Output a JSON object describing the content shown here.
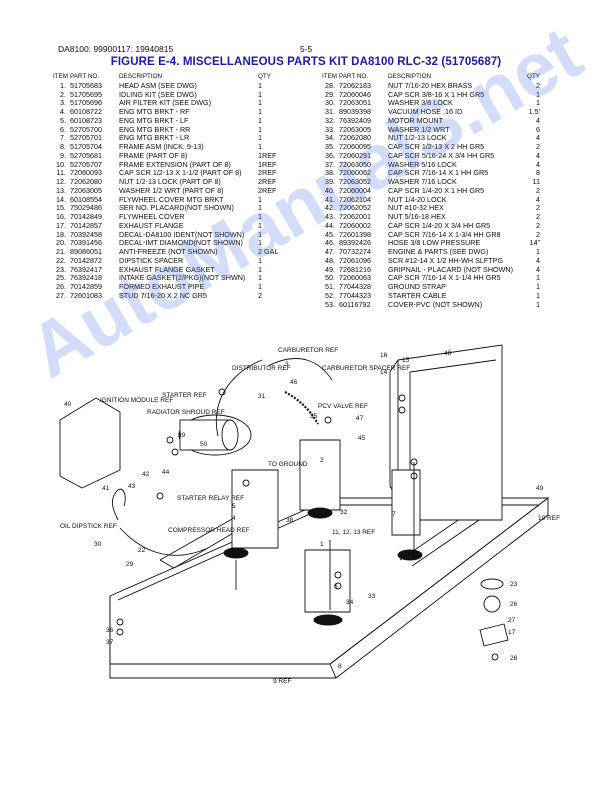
{
  "header": {
    "doc_ref": "DA8100: 99900117:     19940815",
    "page_no": "5-5"
  },
  "title": "FIGURE E-4. MISCELLANEOUS PARTS KIT DA8100 RLC-32 (51705687)",
  "columns": {
    "item": "ITEM",
    "part": "PART NO.",
    "desc": "DESCRIPTION",
    "qty": "QTY"
  },
  "left_rows": [
    {
      "item": "1.",
      "part": "51705683",
      "desc": "HEAD ASM (SEE DWG)",
      "qty": "1"
    },
    {
      "item": "2.",
      "part": "51705695",
      "desc": "IDLING KIT (SEE DWG)",
      "qty": "1"
    },
    {
      "item": "3.",
      "part": "51705696",
      "desc": "AIR FILTER KIT (SEE DWG)",
      "qty": "1"
    },
    {
      "item": "4.",
      "part": "60108722",
      "desc": "ENG MTG BRKT - RF",
      "qty": "1"
    },
    {
      "item": "5.",
      "part": "60108723",
      "desc": "ENG MTG BRKT - LF",
      "qty": "1"
    },
    {
      "item": "6.",
      "part": "52705700",
      "desc": "ENG MTG BRKT - RR",
      "qty": "1"
    },
    {
      "item": "7.",
      "part": "52705701",
      "desc": "ENG MTG BRKT - LR",
      "qty": "1"
    },
    {
      "item": "8.",
      "part": "51705704",
      "desc": "FRAME ASM (INCK: 9-13)",
      "qty": "1"
    },
    {
      "item": "9.",
      "part": "52705681",
      "desc": "FRAME (PART OF 8)",
      "qty": "1REF"
    },
    {
      "item": "10.",
      "part": "52705707",
      "desc": "FRAME EXTENSION (PART OF 8)",
      "qty": "1REF"
    },
    {
      "item": "11.",
      "part": "72060093",
      "desc": "CAP SCR 1/2-13 X 1-1/2 (PART OF 8)",
      "qty": "2REF"
    },
    {
      "item": "12.",
      "part": "72062080",
      "desc": "NUT 1/2-13 LOCK (PART OF 8)",
      "qty": "2REF"
    },
    {
      "item": "13.",
      "part": "72063005",
      "desc": "WASHER 1/2 WRT (PART OF 8)",
      "qty": "2REF"
    },
    {
      "item": "14.",
      "part": "60108554",
      "desc": "FLYWHEEL COVER MTG BRKT",
      "qty": "1"
    },
    {
      "item": "15.",
      "part": "75029486",
      "desc": "SER NO. PLACARD(NOT SHOWN)",
      "qty": "1"
    },
    {
      "item": "16.",
      "part": "70142849",
      "desc": "FLYWHEEL COVER",
      "qty": "1"
    },
    {
      "item": "17.",
      "part": "70142857",
      "desc": "EXHAUST FLANGE",
      "qty": "1"
    },
    {
      "item": "18.",
      "part": "70392458",
      "desc": "DECAL-DA8100 IDENT(NOT SHOWN)",
      "qty": "1"
    },
    {
      "item": "20.",
      "part": "70391456",
      "desc": "DECAL-IMT DIAMOND(NOT SHOWN)",
      "qty": "1"
    },
    {
      "item": "21.",
      "part": "89086051",
      "desc": "ANTI-FREEZE (NOT SHOWN)",
      "qty": "2 GAL"
    },
    {
      "item": "22.",
      "part": "70142872",
      "desc": "DIPSTICK SPACER",
      "qty": "1"
    },
    {
      "item": "23.",
      "part": "76392417",
      "desc": "EXHAUST FLANGE GASKET",
      "qty": "1"
    },
    {
      "item": "25.",
      "part": "76392418",
      "desc": "INTAKE GASKET(2/PKG)(NOT SHWN)",
      "qty": "1"
    },
    {
      "item": "26.",
      "part": "70142859",
      "desc": "FORMED EXHAUST PIPE",
      "qty": "1"
    },
    {
      "item": "27.",
      "part": "72601083",
      "desc": "STUD 7/16-20 X 2 NC GR5",
      "qty": "2"
    }
  ],
  "right_rows": [
    {
      "item": "28.",
      "part": "72062183",
      "desc": "NUT 7/16-20 HEX BRASS",
      "qty": "2"
    },
    {
      "item": "29.",
      "part": "72060046",
      "desc": "CAP SCR 3/8-16 X 1 HH GR5",
      "qty": "1"
    },
    {
      "item": "30.",
      "part": "72063051",
      "desc": "WASHER 3/8 LOCK",
      "qty": "1"
    },
    {
      "item": "31.",
      "part": "89039398",
      "desc": "VACUUM HOSE .16 ID",
      "qty": "1.5'"
    },
    {
      "item": "32.",
      "part": "76392409",
      "desc": "MOTOR MOUNT",
      "qty": "4"
    },
    {
      "item": "33.",
      "part": "72063005",
      "desc": "WASHER 1/2 WRT",
      "qty": "6"
    },
    {
      "item": "34.",
      "part": "72062080",
      "desc": "NUT 1/2-13 LOCK",
      "qty": "4"
    },
    {
      "item": "35.",
      "part": "72060095",
      "desc": "CAP SCR 1/2-13 X 2 HH GR5",
      "qty": "2"
    },
    {
      "item": "36.",
      "part": "72060291",
      "desc": "CAP SCR 5/16-24 X 3/4 HH GR5",
      "qty": "4"
    },
    {
      "item": "37.",
      "part": "72063050",
      "desc": "WASHER 5/16 LOCK",
      "qty": "4"
    },
    {
      "item": "38.",
      "part": "72060062",
      "desc": "CAP SCR 7/16-14 X 1 HH GR5",
      "qty": "8"
    },
    {
      "item": "39.",
      "part": "72063052",
      "desc": "WASHER 7/16 LOCK",
      "qty": "11"
    },
    {
      "item": "40.",
      "part": "72060004",
      "desc": "CAP SCR 1/4-20 X 1 HH GR5",
      "qty": "2"
    },
    {
      "item": "41.",
      "part": "72062104",
      "desc": "NUT 1/4-20 LOCK",
      "qty": "4"
    },
    {
      "item": "42.",
      "part": "72062052",
      "desc": "NUT #10-32 HEX",
      "qty": "2"
    },
    {
      "item": "43.",
      "part": "72062001",
      "desc": "NUT 5/16-18 HEX",
      "qty": "2"
    },
    {
      "item": "44.",
      "part": "72060002",
      "desc": "CAP SCR 1/4-20 X 3/4 HH GR5",
      "qty": "2"
    },
    {
      "item": "45.",
      "part": "72601398",
      "desc": "CAP SCR 7/16-14 X 1-3/4 HH GR8",
      "qty": "2"
    },
    {
      "item": "46.",
      "part": "89392426",
      "desc": "HOSE 3/8 LOW PRESSURE",
      "qty": "14\""
    },
    {
      "item": "47.",
      "part": "70732274",
      "desc": "ENGINE & PARTS (SEE DWG)",
      "qty": "1"
    },
    {
      "item": "48.",
      "part": "72061096",
      "desc": "SCR #12-14 X 1/2 HH-WH SLFTPG",
      "qty": "4"
    },
    {
      "item": "49.",
      "part": "72681216",
      "desc": "GRIPNAIL - PLACARD (NOT SHOWN)",
      "qty": "4"
    },
    {
      "item": "50.",
      "part": "72060063",
      "desc": "CAP SCR 7/16-14 X 1-1/4 HH GR5",
      "qty": "1"
    },
    {
      "item": "51.",
      "part": "77044328",
      "desc": "GROUND STRAP",
      "qty": "1"
    },
    {
      "item": "52.",
      "part": "77044323",
      "desc": "STARTER CABLE",
      "qty": "1"
    },
    {
      "item": "53.",
      "part": "60116792",
      "desc": "COVER-PVC (NOT SHOWN)",
      "qty": "1"
    }
  ],
  "watermark": "AutoManualS.net",
  "figure_labels": {
    "carb_ref": "CARBURETOR REF",
    "carb_spacer": "CARBURETOR SPACER REF",
    "distributor": "DISTRIBUTOR REF",
    "ignition": "IGNITION MODULE REF",
    "radiator": "RADIATOR SHROUD REF",
    "starter": "STARTER REF",
    "pcv": "PCV VALVE REF",
    "to_ground": "TO GROUND",
    "starter_relay": "STARTER RELAY REF",
    "oil_dipstick": "OIL DIPSTICK REF",
    "compressor_head": "COMPRESSOR HEAD REF",
    "ref9": "9 REF",
    "ref10": "10 REF",
    "ref11": "11, 12, 13 REF",
    "n": [
      "1",
      "2",
      "3",
      "4",
      "5",
      "6",
      "7",
      "8",
      "14",
      "15",
      "16",
      "17",
      "22",
      "23",
      "26",
      "27",
      "28",
      "29",
      "30",
      "31",
      "32",
      "33",
      "34",
      "35",
      "36",
      "37",
      "38",
      "39",
      "40",
      "41",
      "42",
      "43",
      "44",
      "45",
      "46",
      "47",
      "48",
      "49",
      "50"
    ]
  }
}
